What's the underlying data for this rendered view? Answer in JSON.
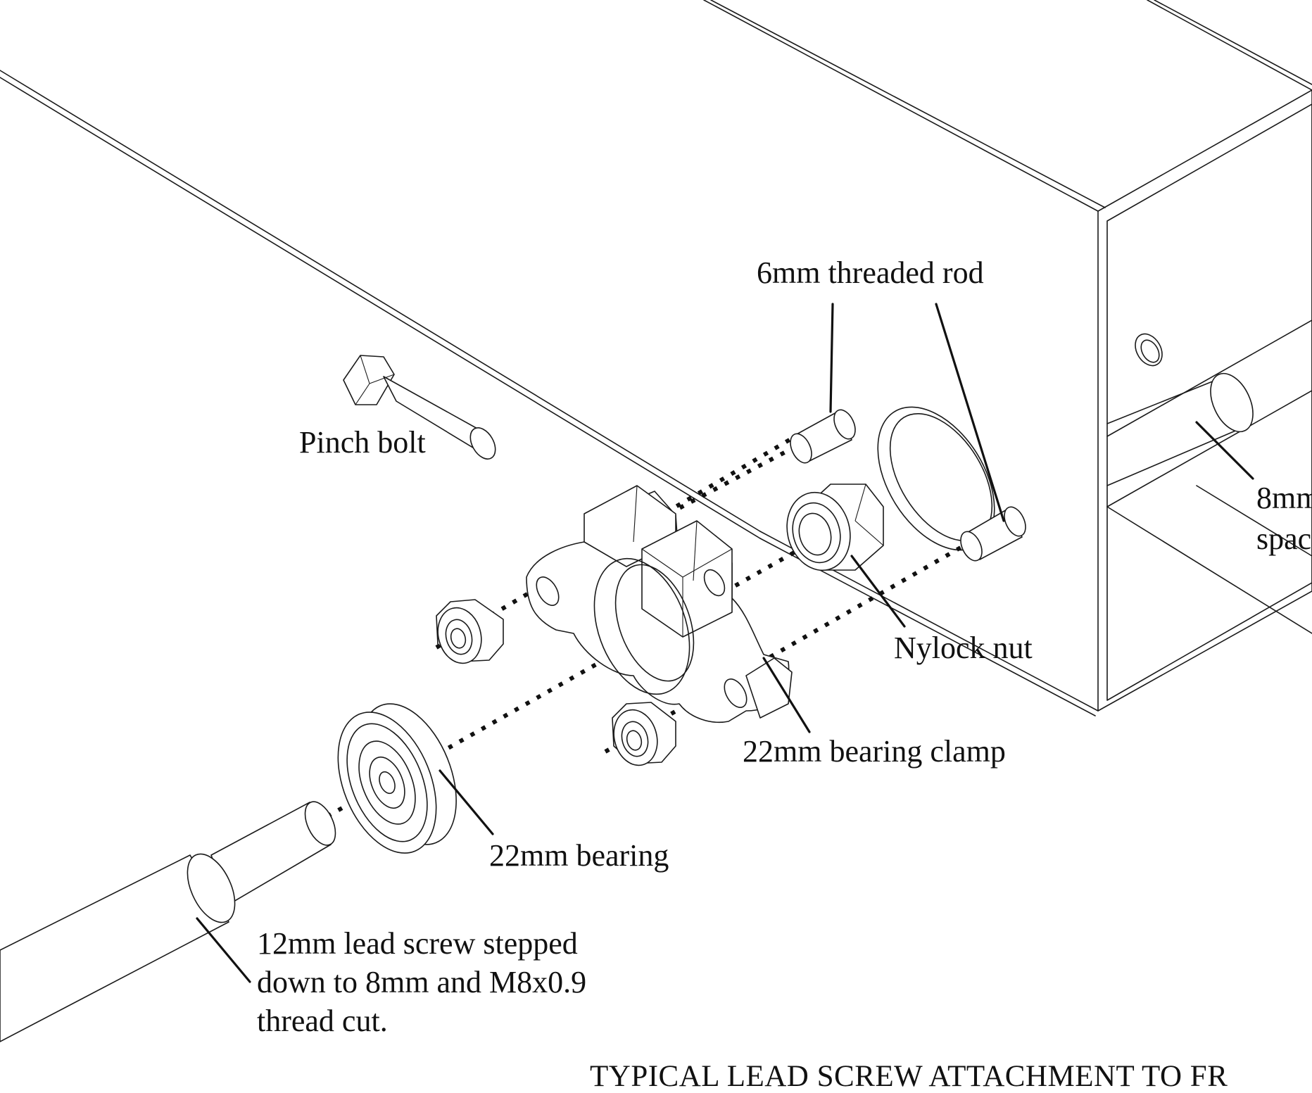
{
  "labels": {
    "threaded_rod": "6mm threaded rod",
    "pinch_bolt": "Pinch bolt",
    "spacer_line1": "8mm",
    "spacer_line2": "spac",
    "nylock_nut": "Nylock nut",
    "bearing_clamp": "22mm bearing clamp",
    "bearing": "22mm bearing",
    "lead_screw_line1": "12mm lead screw stepped",
    "lead_screw_line2": "down to 8mm and M8x0.9",
    "lead_screw_line3": "thread cut."
  },
  "title": "TYPICAL LEAD SCREW ATTACHMENT TO FR",
  "colors": {
    "ink": "#1a1a1a",
    "paper": "#ffffff"
  }
}
